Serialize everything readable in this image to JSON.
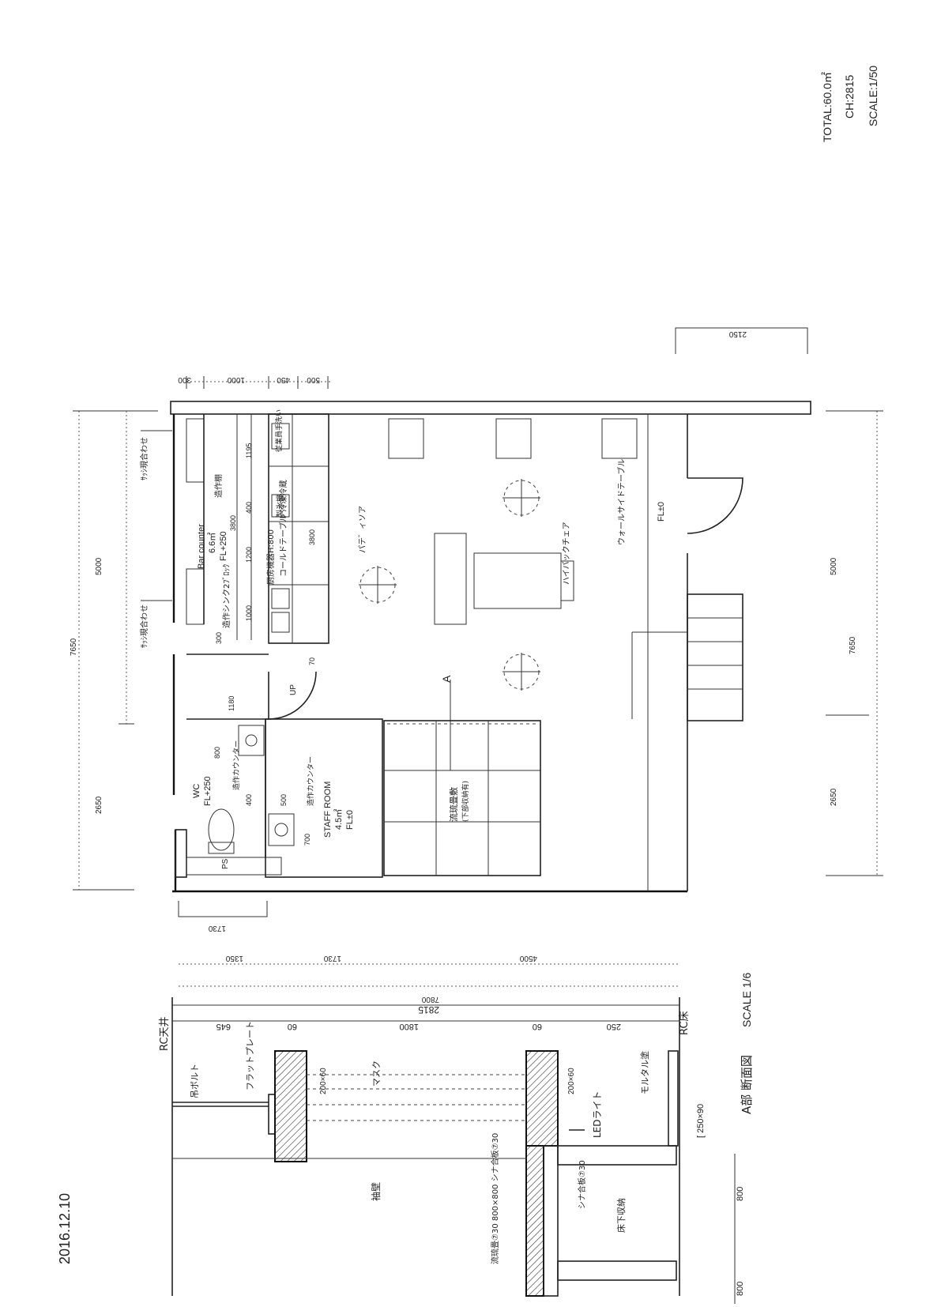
{
  "header": {
    "total": "TOTAL:60.0㎡",
    "ch": "CH:2815",
    "scale": "SCALE:1/50"
  },
  "date": "2016.12.10",
  "plan": {
    "top_dims": [
      "300",
      "1000",
      "450",
      "500"
    ],
    "right_top_dim": "2150",
    "left_dims": {
      "total": "7650",
      "upper": "5000",
      "lower": "2650"
    },
    "right_dims": {
      "total": "7650",
      "upper": "5000",
      "lower": "2650"
    },
    "bottom_dims": {
      "a": "1350",
      "b": "1730",
      "c": "4500",
      "total": "7800",
      "sub": "1730"
    },
    "sash_label_top": "ｻｯｼ現合わせ",
    "sash_label_mid": "ｻｯｼ現合わせ",
    "bar_counter": {
      "name": "Bar counter",
      "area": "6.6㎡",
      "level": "FL+250"
    },
    "counter_dims": [
      "1195",
      "400",
      "1200",
      "1000",
      "300",
      "3800",
      "3800",
      "70"
    ],
    "counter_labels": {
      "storage": "造作棚",
      "sink": "造作シンク2ﾌﾞﾛｯｸ",
      "cold_table": "コールドテーブル 冷凍冷蔵",
      "ice": "製氷機",
      "hood": "厨房機器H:800",
      "hand_wash": "従業員手洗い"
    },
    "patio_chair": "パテ゛ィソア",
    "high_back_chair": "ハイバックチェア",
    "wall_side_table": "ウォールサイドテーブル",
    "fl_main": "FL±0",
    "up_label": "UP",
    "wc": {
      "name": "WC",
      "level": "FL+250"
    },
    "wc_dims": [
      "800",
      "400",
      "1180"
    ],
    "wc_counter": "造作カウンター",
    "staff_room": {
      "name": "STAFF ROOM",
      "area": "4.5㎡",
      "level": "FL±0"
    },
    "staff_dims": [
      "500",
      "700"
    ],
    "staff_counter": "造作カウンター",
    "ps": "PS",
    "tatami": "流琉畳敷",
    "tatami_note": "(下部収納有)",
    "section_mark": "A"
  },
  "section": {
    "rc_ceiling": "RC天井",
    "rc_floor": "RC床",
    "dims_top": [
      "645",
      "60",
      "1800",
      "60",
      "250"
    ],
    "overall": "2815",
    "bolt": "吊ボルト",
    "flat_plate": "フラットプレート",
    "beam_a": "200×60",
    "beam_b": "200×60",
    "mask": "マスク",
    "led": "LEDライト",
    "mortar": "モルタル塗",
    "channel": "[ 250×90",
    "side_wall": "袖壁",
    "tatami_spec": "流琉畳⑦30 800×800 シナ合板⑦30",
    "plywood": "シナ合板⑦30",
    "floor_under": "床下収納",
    "dim_800a": "800",
    "dim_800b": "800",
    "title": "A部 断面図",
    "scale": "SCALE 1/6"
  }
}
